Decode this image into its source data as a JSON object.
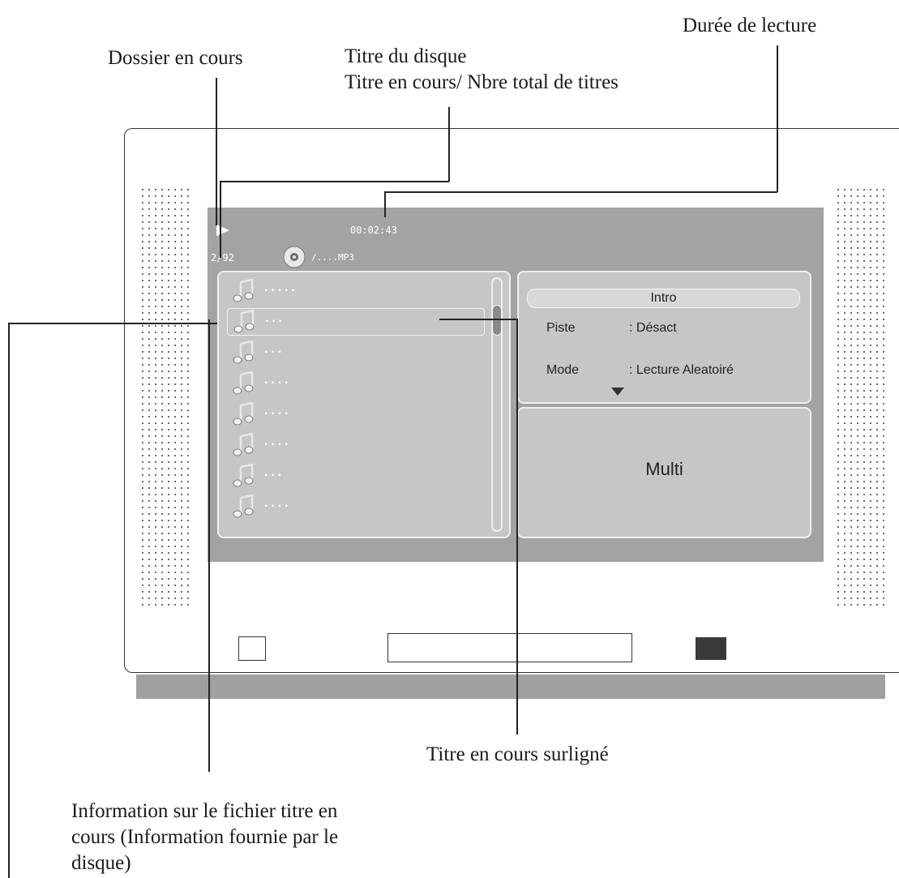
{
  "callouts": {
    "dossier": "Dossier en cours",
    "titre_disque": "Titre du disque",
    "titre_en_cours": "Titre en cours/ Nbre total de titres",
    "duree": "Durée de lecture",
    "surligne": "Titre en cours surligné",
    "info_fichier": "Information sur le fichier titre en cours (Information fournie par le disque)"
  },
  "screen": {
    "time": "00:02:43",
    "track_count": "2/92",
    "folder": "/....MP3",
    "tracks": [
      "·····",
      "···",
      "···",
      "····",
      "····",
      "····",
      "···",
      "····"
    ],
    "settings": {
      "heading": "Intro",
      "rows": [
        {
          "label": "Piste",
          "value": ": Désact"
        },
        {
          "label": "Mode",
          "value": ": Lecture Aleatoiré"
        }
      ]
    },
    "multi": "Multi"
  },
  "colors": {
    "screen_bg": "#a3a3a3",
    "panel_bg": "#c6c6c6",
    "stand": "#a0a0a0"
  }
}
